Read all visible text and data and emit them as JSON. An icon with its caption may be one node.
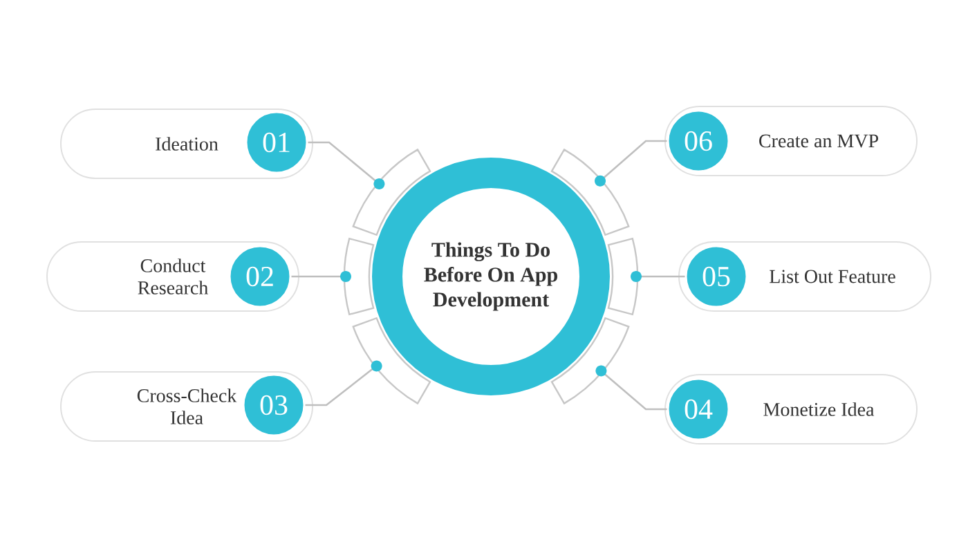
{
  "diagram": {
    "nodes": [
      {
        "text": [
          "Things To Do Before On App Development"
        ]
      },
      {
        "text": [
          "Ideation"
        ]
      },
      {
        "text": [
          "01"
        ],
        "in": 1
      },
      {
        "text": [
          "Conduct Research"
        ]
      },
      {
        "text": [
          "02"
        ],
        "in": 3
      },
      {
        "text": [
          "Cross-Check Idea"
        ]
      },
      {
        "text": [
          "03"
        ],
        "in": 5
      },
      {
        "text": [
          "Create an MVP"
        ]
      },
      {
        "text": [
          "06"
        ],
        "in": 7
      },
      {
        "text": [
          "List Out Feature"
        ]
      },
      {
        "text": [
          "05"
        ],
        "in": 9
      },
      {
        "text": [
          "Monetize Idea"
        ]
      },
      {
        "text": [
          "04"
        ],
        "in": 11
      }
    ],
    "edges": [
      {
        "from": 2,
        "to": 0,
        "arrow": "other"
      },
      {
        "from": 4,
        "to": 0,
        "arrow": "other"
      },
      {
        "from": 6,
        "to": 0,
        "arrow": "other"
      },
      {
        "from": 8,
        "to": 0,
        "arrow": "other"
      },
      {
        "from": 10,
        "to": 0,
        "arrow": "other"
      },
      {
        "from": 12,
        "to": 0,
        "arrow": "other"
      }
    ]
  }
}
